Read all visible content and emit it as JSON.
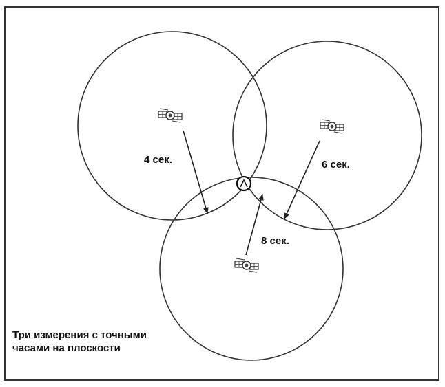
{
  "diagram": {
    "labels": {
      "sat1_time": "4 сек.",
      "sat2_time": "6 сек.",
      "sat3_time": "8 сек."
    },
    "caption": {
      "line1": "Три измерения с точными",
      "line2": "часами на плоскости"
    },
    "colors": {
      "stroke": "#333333",
      "text": "#111111",
      "background": "#ffffff"
    },
    "icons": [
      "satellite-icon",
      "receiver-point-icon",
      "arrow-icon"
    ]
  }
}
